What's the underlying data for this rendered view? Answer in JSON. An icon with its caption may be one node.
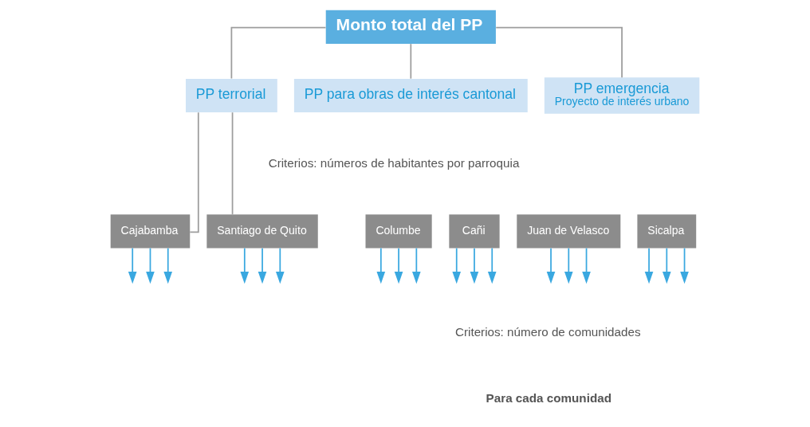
{
  "diagram": {
    "nodes": [
      {
        "text": [
          "Monto total del PP"
        ]
      },
      {
        "text": [
          "PP terrorial"
        ]
      },
      {
        "text": [
          "PP para obras de interés cantonal"
        ]
      },
      {
        "text": [
          "PP emergencia",
          "Proyecto de interés urbano"
        ]
      },
      {
        "text": [
          "Cajabamba"
        ]
      },
      {
        "text": [
          "Cañi"
        ]
      },
      {
        "text": [
          "Columbe"
        ]
      },
      {
        "text": [
          "Juan de Velasco"
        ]
      },
      {
        "text": [
          "Sicalpa"
        ]
      },
      {
        "text": [
          "Santiago de Quito"
        ]
      }
    ],
    "edges": [
      {
        "from": 0,
        "to": 1,
        "arrow": "none",
        "color": "#9d9d9d"
      },
      {
        "from": 0,
        "to": 2,
        "arrow": "none",
        "color": "#9d9d9d"
      },
      {
        "from": 0,
        "to": 3,
        "arrow": "none",
        "color": "#9d9d9d"
      },
      {
        "from": 1,
        "to": 4,
        "arrow": "none",
        "color": "#9d9d9d"
      },
      {
        "from": 1,
        "to": 9,
        "arrow": "none",
        "color": "#9d9d9d"
      },
      {
        "from": 4,
        "to": null,
        "arrow": "to"
      },
      {
        "from": 4,
        "to": null,
        "arrow": "to"
      },
      {
        "from": 4,
        "to": null,
        "arrow": "to"
      },
      {
        "from": 5,
        "to": null,
        "arrow": "to"
      },
      {
        "from": 5,
        "to": null,
        "arrow": "to"
      },
      {
        "from": 5,
        "to": null,
        "arrow": "to"
      },
      {
        "from": 6,
        "to": null,
        "arrow": "to"
      },
      {
        "from": 6,
        "to": null,
        "arrow": "to"
      },
      {
        "from": 6,
        "to": null,
        "arrow": "to"
      },
      {
        "from": 7,
        "to": null,
        "arrow": "to"
      },
      {
        "from": 7,
        "to": null,
        "arrow": "to"
      },
      {
        "from": 7,
        "to": null,
        "arrow": "to"
      },
      {
        "from": 8,
        "to": null,
        "arrow": "to"
      },
      {
        "from": 8,
        "to": null,
        "arrow": "to"
      },
      {
        "from": 8,
        "to": null,
        "arrow": "to"
      },
      {
        "from": 9,
        "to": null,
        "arrow": "to"
      },
      {
        "from": 9,
        "to": null,
        "arrow": "to"
      },
      {
        "from": 9,
        "to": null,
        "arrow": "to"
      }
    ],
    "labels": [
      "Criterios: números de habitantes por parroquia",
      "Criterios: número de comunidades",
      "Para cada comunidad"
    ]
  }
}
